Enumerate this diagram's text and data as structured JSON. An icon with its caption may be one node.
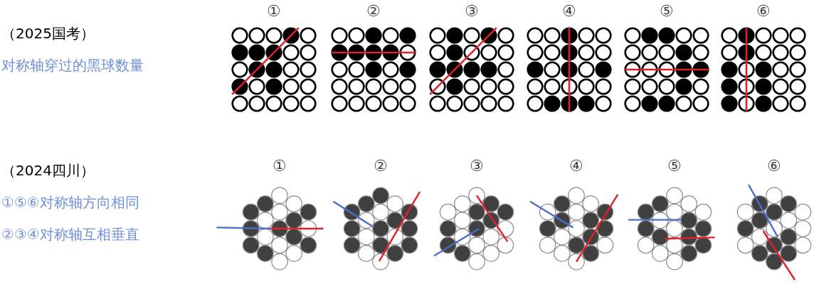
{
  "diagram": {
    "labels": [
      "（2025国考）",
      "对称轴穿过的黑球数量",
      "①",
      "②",
      "③",
      "④",
      "⑤",
      "⑥",
      "（2024四川）",
      "①⑤⑥对称轴方向相同",
      "②③④对称轴互相垂直",
      "①",
      "②",
      "③",
      "④",
      "⑤",
      "⑥"
    ]
  }
}
